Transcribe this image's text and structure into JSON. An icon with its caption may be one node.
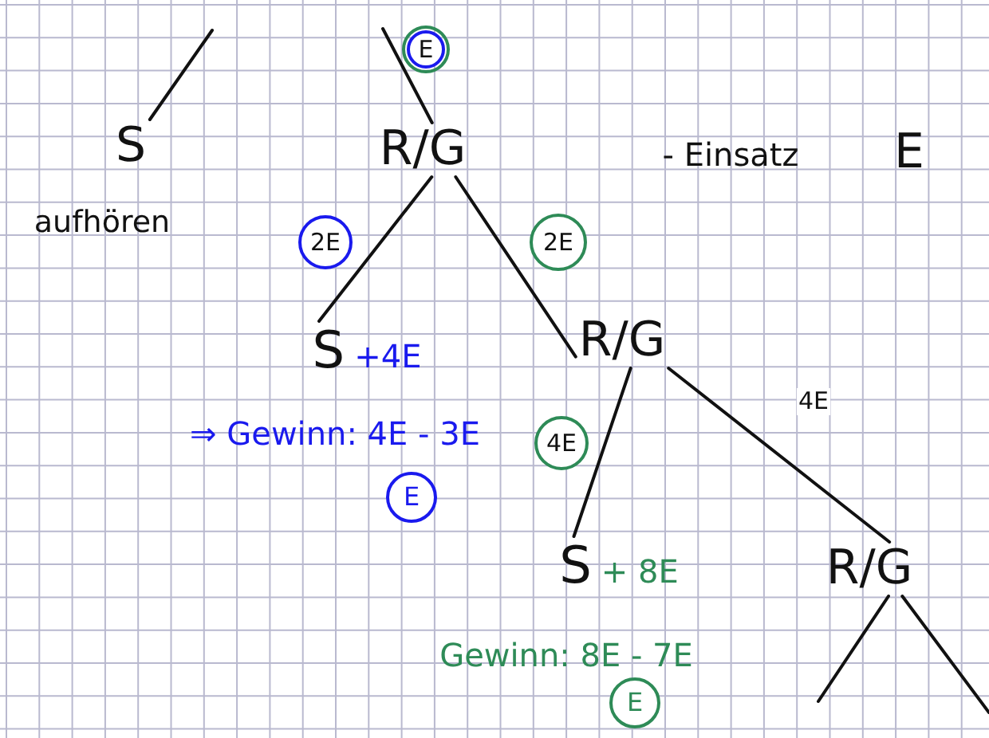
{
  "diagram": {
    "nodes": [
      {
        "text": [
          "S"
        ]
      },
      {
        "text": [
          "R/G"
        ]
      },
      {
        "text": [
          "S",
          "+4E"
        ]
      },
      {
        "text": [
          "R/G"
        ]
      },
      {
        "text": [
          "S",
          "+ 8E"
        ]
      },
      {
        "text": [
          "R/G"
        ]
      }
    ],
    "edges": [
      {
        "from": null,
        "to": 0,
        "arrow": "none"
      },
      {
        "from": null,
        "to": 1,
        "arrow": "none",
        "label": "E"
      },
      {
        "from": 1,
        "to": 2,
        "arrow": "none",
        "label": "2E"
      },
      {
        "from": 1,
        "to": 3,
        "arrow": "none",
        "label": "2E"
      },
      {
        "from": 3,
        "to": 4,
        "arrow": "none",
        "label": "4E"
      },
      {
        "from": 3,
        "to": 5,
        "arrow": "none",
        "label": "4E"
      },
      {
        "from": 5,
        "to": null,
        "arrow": "none"
      },
      {
        "from": 5,
        "to": null,
        "arrow": "none"
      }
    ],
    "labels": [
      "aufhören",
      "- Einsatz",
      "E",
      "⇒ Gewinn: 4E - 3E",
      "E",
      "Gewinn: 8E - 7E",
      "E"
    ]
  }
}
